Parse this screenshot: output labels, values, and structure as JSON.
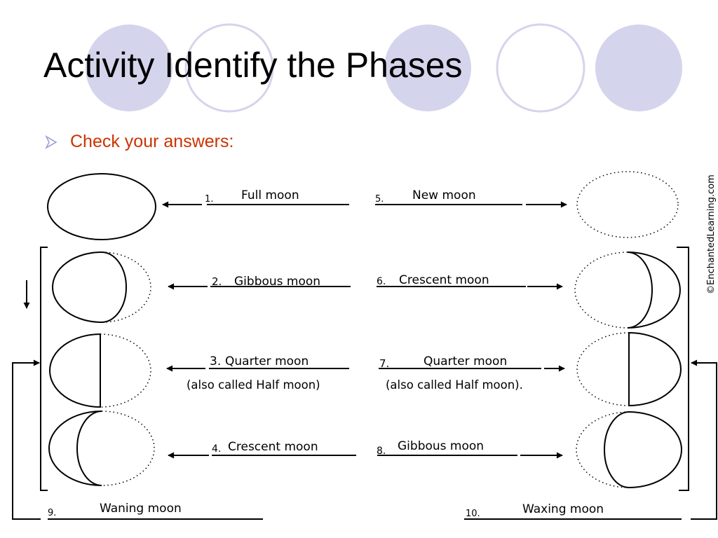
{
  "slide": {
    "title": "Activity Identify the Phases",
    "bullet": "Check your answers:"
  },
  "colors": {
    "decor_fill": "#d4d4ec",
    "decor_stroke": "#d4d4ec",
    "bullet_text": "#cc3300",
    "bullet_marker": "#a0a0d8"
  },
  "diagram": {
    "credit": "©EnchantedLearning.com",
    "labels": [
      {
        "num": "1.",
        "name": "Full moon"
      },
      {
        "num": "2.",
        "name": "Gibbous moon"
      },
      {
        "num": "3.",
        "name": "Quarter moon"
      },
      {
        "num": "4.",
        "name": "Crescent moon"
      },
      {
        "num": "5.",
        "name": "New moon"
      },
      {
        "num": "6.",
        "name": "Crescent moon"
      },
      {
        "num": "7.",
        "name": "Quarter moon"
      },
      {
        "num": "8.",
        "name": "Gibbous moon"
      }
    ],
    "note_left": "(also called Half moon)",
    "note_right": "(also called Half moon).",
    "bottom_left": {
      "num": "9.",
      "name": "Waning moon"
    },
    "bottom_right": {
      "num": "10.",
      "name": "Waxing moon"
    }
  }
}
